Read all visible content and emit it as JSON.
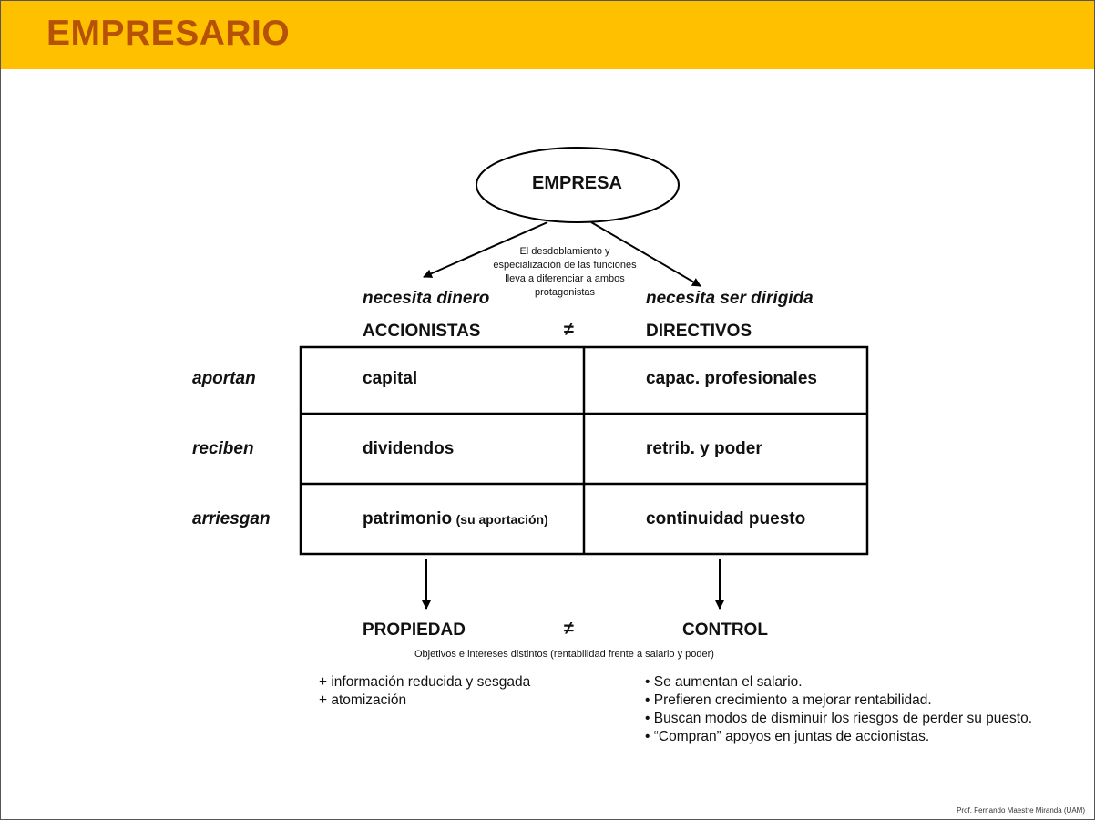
{
  "header": {
    "title": "EMPRESARIO"
  },
  "diagram": {
    "root": "EMPRESA",
    "note": "El desdoblamiento y especialización de las funciones lleva a diferenciar a ambos protagonistas",
    "note_lines": [
      "El desdoblamiento y",
      "especialización de las funciones",
      "lleva a diferenciar a ambos",
      "protagonistas"
    ],
    "left_need": "necesita dinero",
    "right_need": "necesita ser dirigida",
    "left_role": "ACCIONISTAS",
    "right_role": "DIRECTIVOS",
    "not_equal": "≠",
    "rows": [
      {
        "label": "aportan",
        "left": "capital",
        "left_note": "",
        "right": "capac. profesionales"
      },
      {
        "label": "reciben",
        "left": "dividendos",
        "left_note": "",
        "right": "retrib. y poder"
      },
      {
        "label": "arriesgan",
        "left": "patrimonio",
        "left_note": "(su aportación)",
        "right": "continuidad puesto"
      }
    ],
    "left_outcome": "PROPIEDAD",
    "right_outcome": "CONTROL",
    "objectives": "Objetivos e intereses distintos (rentabilidad  frente a salario y poder)",
    "left_points": [
      "+ información reducida y sesgada",
      "+ atomización"
    ],
    "right_points": [
      "• Se aumentan el salario.",
      "• Prefieren crecimiento a mejorar rentabilidad.",
      "• Buscan modos de disminuir los riesgos de perder su puesto.",
      "• “Compran” apoyos en juntas de accionistas."
    ]
  },
  "footer": {
    "credit": "Prof. Fernando Maestre Miranda (UAM)"
  }
}
